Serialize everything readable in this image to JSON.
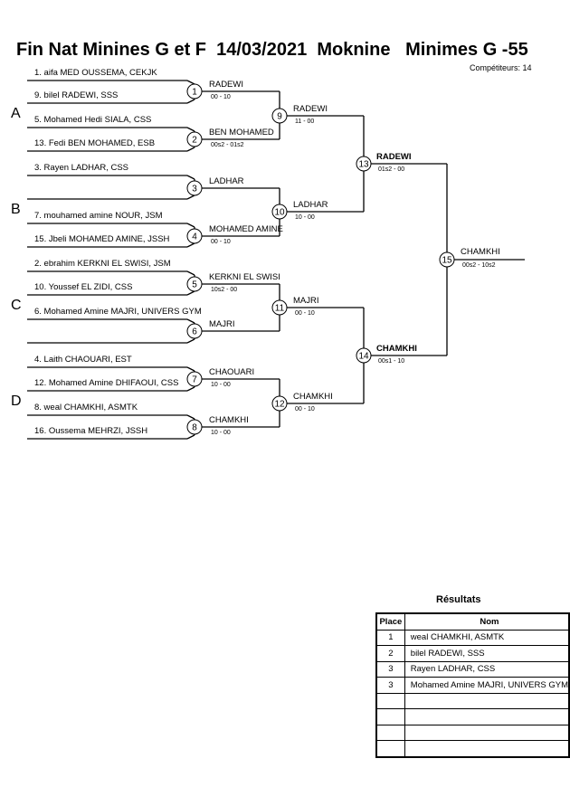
{
  "title": "Fin Nat Minines G et F  14/03/2021  Moknine   Minimes G -55",
  "competitors": "Compétiteurs: 14",
  "pools": [
    "A",
    "B",
    "C",
    "D"
  ],
  "entrants": [
    "1. aifa MED OUSSEMA, CEKJK",
    "9. bilel RADEWI, SSS",
    "5. Mohamed Hedi SIALA, CSS",
    "13. Fedi BEN MOHAMED, ESB",
    "3. Rayen LADHAR, CSS",
    "",
    "7. mouhamed amine NOUR, JSM",
    "15. Jbeli MOHAMED AMINE, JSSH",
    "2. ebrahim KERKNI EL SWISI, JSM",
    "10. Youssef EL ZIDI, CSS",
    "6. Mohamed Amine MAJRI, UNIVERS GYM",
    "",
    "4. Laith CHAOUARI, EST",
    "12. Mohamed Amine DHIFAOUI, CSS",
    "8. weal CHAMKHI, ASMTK",
    "16. Oussema MEHRZI, JSSH"
  ],
  "matches": [
    {
      "num": "1",
      "winner": "RADEWI",
      "score": "00 - 10"
    },
    {
      "num": "2",
      "winner": "BEN MOHAMED",
      "score": "00s2 - 01s2"
    },
    {
      "num": "3",
      "winner": "LADHAR",
      "score": ""
    },
    {
      "num": "4",
      "winner": "MOHAMED AMINE",
      "score": "00 - 10"
    },
    {
      "num": "5",
      "winner": "KERKNI EL SWISI",
      "score": "10s2 - 00"
    },
    {
      "num": "6",
      "winner": "MAJRI",
      "score": ""
    },
    {
      "num": "7",
      "winner": "CHAOUARI",
      "score": "10 - 00"
    },
    {
      "num": "8",
      "winner": "CHAMKHI",
      "score": "10 - 00"
    },
    {
      "num": "9",
      "winner": "RADEWI",
      "score": "11 - 00"
    },
    {
      "num": "10",
      "winner": "LADHAR",
      "score": "10 - 00"
    },
    {
      "num": "11",
      "winner": "MAJRI",
      "score": "00 - 10"
    },
    {
      "num": "12",
      "winner": "CHAMKHI",
      "score": "00 - 10"
    },
    {
      "num": "13",
      "winner": "RADEWI",
      "score": "01s2 - 00"
    },
    {
      "num": "14",
      "winner": "CHAMKHI",
      "score": "00s1 - 10"
    },
    {
      "num": "15",
      "winner": "CHAMKHI",
      "score": "00s2 - 10s2"
    }
  ],
  "results": {
    "title": "Résultats",
    "col_place": "Place",
    "col_name": "Nom",
    "rows": [
      {
        "place": "1",
        "name": "weal CHAMKHI, ASMTK"
      },
      {
        "place": "2",
        "name": "bilel RADEWI, SSS"
      },
      {
        "place": "3",
        "name": "Rayen LADHAR, CSS"
      },
      {
        "place": "3",
        "name": "Mohamed Amine MAJRI, UNIVERS GYM"
      },
      {
        "place": "",
        "name": ""
      },
      {
        "place": "",
        "name": ""
      },
      {
        "place": "",
        "name": ""
      },
      {
        "place": "",
        "name": ""
      }
    ]
  }
}
